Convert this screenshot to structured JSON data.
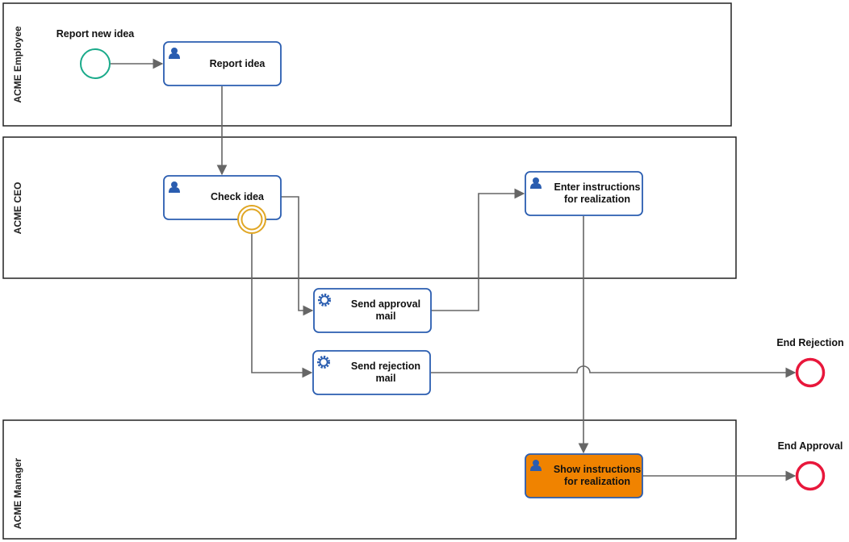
{
  "lanes": [
    {
      "id": "lane-employee",
      "label": "ACME Employee"
    },
    {
      "id": "lane-ceo",
      "label": "ACME CEO"
    },
    {
      "id": "lane-manager",
      "label": "ACME Manager"
    }
  ],
  "tasks": [
    {
      "id": "report-idea",
      "type": "user",
      "lines": [
        "Report idea"
      ]
    },
    {
      "id": "check-idea",
      "type": "user",
      "lines": [
        "Check idea"
      ]
    },
    {
      "id": "enter-instructions",
      "type": "user",
      "lines": [
        "Enter instructions",
        "for realization"
      ]
    },
    {
      "id": "send-approval-mail",
      "type": "service",
      "lines": [
        "Send approval",
        "mail"
      ]
    },
    {
      "id": "send-rejection-mail",
      "type": "service",
      "lines": [
        "Send rejection",
        "mail"
      ]
    },
    {
      "id": "show-instructions",
      "type": "user",
      "active": true,
      "lines": [
        "Show instructions",
        "for realization"
      ]
    }
  ],
  "events": [
    {
      "id": "start-report-new-idea",
      "kind": "start",
      "label": "Report new idea"
    },
    {
      "id": "end-rejection",
      "kind": "end",
      "label": "End Rejection"
    },
    {
      "id": "end-approval",
      "kind": "end",
      "label": "End Approval"
    }
  ],
  "boundary_events": [
    {
      "id": "check-idea-boundary",
      "attached_to": "check-idea"
    }
  ],
  "colors": {
    "task_stroke": "#2a5db0",
    "icon_blue": "#2a5db0",
    "active_fill": "#f08300",
    "start_stroke": "#1aaa8a",
    "end_stroke": "#e8173b",
    "boundary_stroke": "#e0a624",
    "lane_stroke": "#222222",
    "flow_stroke": "#666666"
  }
}
